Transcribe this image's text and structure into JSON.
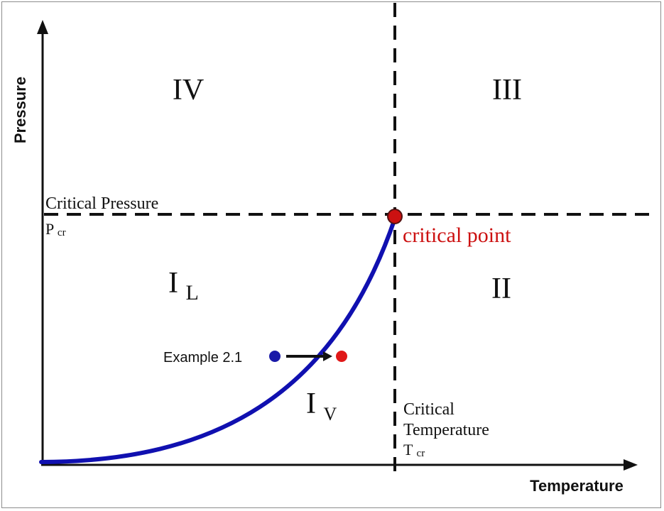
{
  "axes": {
    "y_label": "Pressure",
    "x_label": "Temperature"
  },
  "regions": {
    "iv": "IV",
    "iii": "III",
    "ii": "II",
    "il_main": "I",
    "il_sub": "L",
    "iv_main": "I",
    "iv_sub": "V"
  },
  "critical_pressure": {
    "line1": "Critical Pressure",
    "symbol_main": "P",
    "symbol_sub": "cr"
  },
  "critical_temperature": {
    "line1": "Critical",
    "line2": "Temperature",
    "symbol_main": "T",
    "symbol_sub": "cr"
  },
  "critical_point": {
    "label": "critical point"
  },
  "example": {
    "label": "Example 2.1"
  },
  "colors": {
    "curve": "#1010b0",
    "critical_point": "#cc1111",
    "critical_point_label": "#cc1111",
    "start_dot": "#1a1aa8",
    "end_dot": "#e01818",
    "axis": "#111111",
    "dashed": "#111111"
  }
}
